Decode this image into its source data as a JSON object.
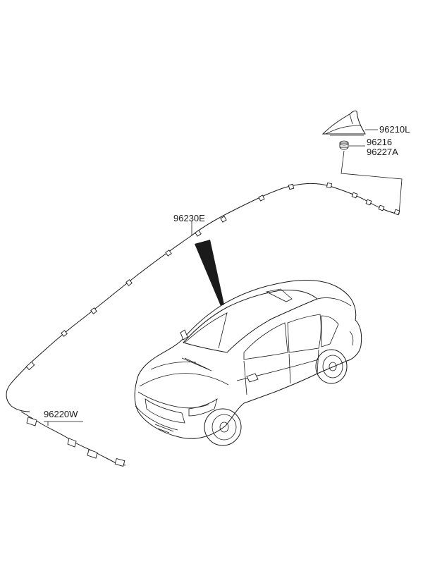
{
  "parts": {
    "shark_fin_antenna": {
      "number": "96210L"
    },
    "antenna_nut": {
      "number": "96216"
    },
    "antenna_gasket": {
      "number": "96227A"
    },
    "roof_feeder_cable": {
      "number": "96230E"
    },
    "feeder_cable_extension": {
      "number": "96220W"
    }
  },
  "colors": {
    "line": "#1a1a1a",
    "background": "#ffffff"
  }
}
